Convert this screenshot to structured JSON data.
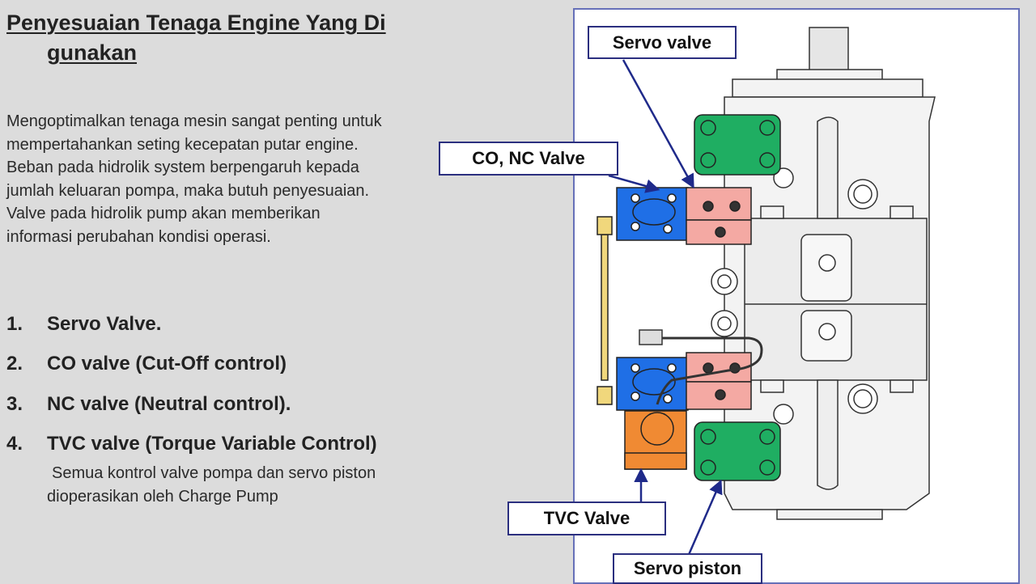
{
  "title": {
    "line1": "Penyesuaian Tenaga Engine Yang Di",
    "line2": "gunakan"
  },
  "intro_lines": [
    "Mengoptimalkan tenaga mesin sangat penting untuk",
    "mempertahankan seting kecepatan putar engine.",
    "Beban pada hidrolik system berpengaruh kepada",
    "jumlah keluaran pompa, maka butuh penyesuaian.",
    "Valve pada hidrolik pump akan memberikan",
    "informasi perubahan kondisi operasi."
  ],
  "steps": [
    {
      "num": "1.",
      "text": "Servo Valve."
    },
    {
      "num": "2.",
      "text": "CO valve (Cut-Off control)"
    },
    {
      "num": "3.",
      "text": "NC valve (Neutral control)."
    },
    {
      "num": "4.",
      "text": "TVC valve (Torque Variable Control)"
    }
  ],
  "note_lines": [
    "Semua kontrol valve pompa dan servo piston",
    "dioperasikan oleh Charge Pump"
  ],
  "diagram": {
    "labels": {
      "servo_valve": "Servo valve",
      "co_nc_valve": "CO, NC Valve",
      "tvc_valve": "TVC Valve",
      "servo_piston": "Servo piston"
    },
    "colors": {
      "servo_valve_block": "#f4a9a3",
      "co_nc_block": "#1f6fe6",
      "tvc_block": "#f08a33",
      "servo_piston": "#1fae62",
      "callout_border": "#2b2f7f",
      "leader": "#1f2a8a",
      "frame": "#6670b8"
    }
  }
}
